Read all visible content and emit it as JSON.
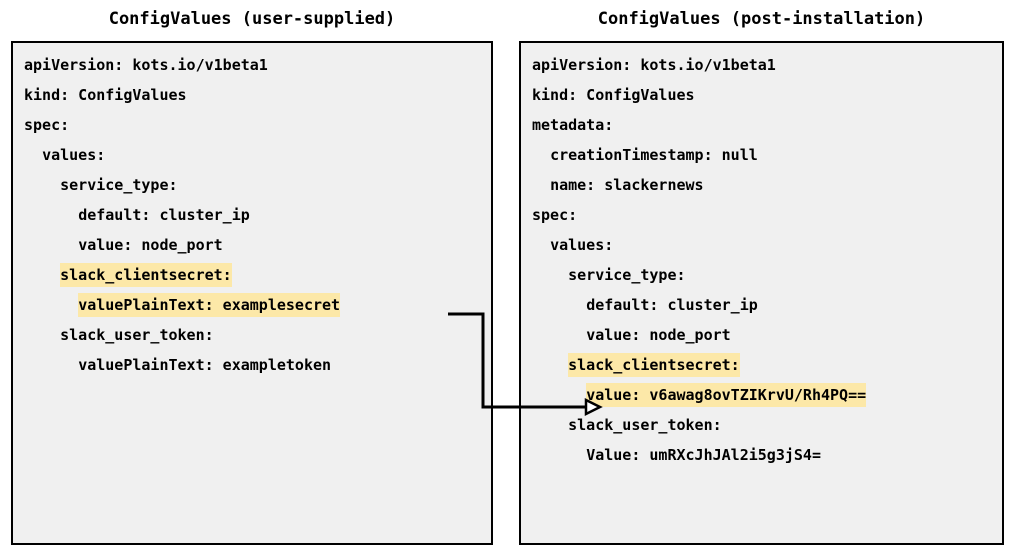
{
  "panels": {
    "left": {
      "title": "ConfigValues (user-supplied)",
      "lines": [
        {
          "text": "apiVersion: kots.io/v1beta1",
          "highlight": false
        },
        {
          "text": "kind: ConfigValues",
          "highlight": false
        },
        {
          "text": "spec:",
          "highlight": false
        },
        {
          "text": "  values:",
          "highlight": false
        },
        {
          "text": "    service_type:",
          "highlight": false
        },
        {
          "text": "      default: cluster_ip",
          "highlight": false
        },
        {
          "text": "      value: node_port",
          "highlight": false
        },
        {
          "text": "    slack_clientsecret:",
          "highlight": true
        },
        {
          "text": "      valuePlainText: examplesecret",
          "highlight": true
        },
        {
          "text": "    slack_user_token:",
          "highlight": false
        },
        {
          "text": "      valuePlainText: exampletoken",
          "highlight": false
        }
      ]
    },
    "right": {
      "title": "ConfigValues (post-installation)",
      "lines": [
        {
          "text": "apiVersion: kots.io/v1beta1",
          "highlight": false
        },
        {
          "text": "kind: ConfigValues",
          "highlight": false
        },
        {
          "text": "metadata:",
          "highlight": false
        },
        {
          "text": "  creationTimestamp: null",
          "highlight": false
        },
        {
          "text": "  name: slackernews",
          "highlight": false
        },
        {
          "text": "spec:",
          "highlight": false
        },
        {
          "text": "  values:",
          "highlight": false
        },
        {
          "text": "    service_type:",
          "highlight": false
        },
        {
          "text": "      default: cluster_ip",
          "highlight": false
        },
        {
          "text": "      value: node_port",
          "highlight": false
        },
        {
          "text": "    slack_clientsecret:",
          "highlight": true
        },
        {
          "text": "      value: v6awag8ovTZIKrvU/Rh4PQ==",
          "highlight": true
        },
        {
          "text": "    slack_user_token:",
          "highlight": false
        },
        {
          "text": "      Value: umRXcJhJAl2i5g3jS4=",
          "highlight": false
        }
      ]
    }
  },
  "connector": {
    "name": "secret-transform-arrow",
    "from_label": "valuePlainText: examplesecret",
    "to_label": "value: v6awag8ovTZIKrvU/Rh4PQ==",
    "color": "#000000"
  },
  "colors": {
    "highlight": "#fce8a8",
    "panel_background": "#f0f0f0",
    "panel_border": "#000000",
    "page_background": "#ffffff",
    "text": "#000000"
  }
}
